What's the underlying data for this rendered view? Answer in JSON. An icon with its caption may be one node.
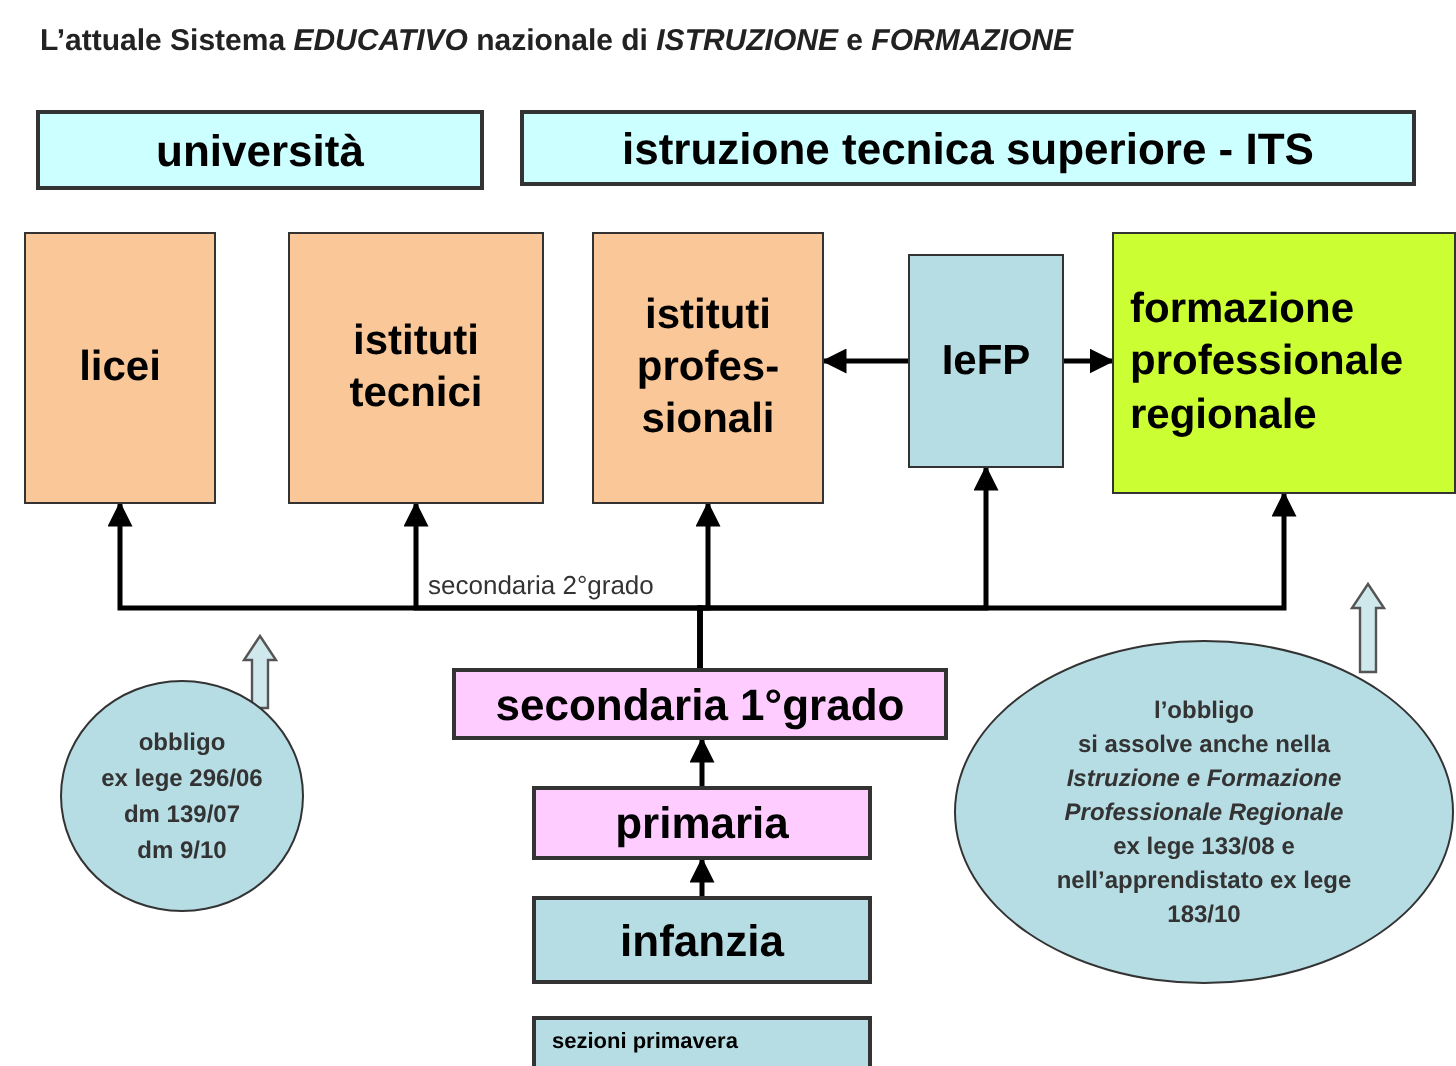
{
  "diagram": {
    "title": "L’attuale Sistema *EDUCATIVO* nazionale di *ISTRUZIONE* e *FORMAZIONE*",
    "nodes": [
      {
        "text": [
          "università"
        ]
      },
      {
        "text": [
          "istruzione tecnica superiore - ITS"
        ]
      },
      {
        "text": [
          "licei"
        ]
      },
      {
        "text": [
          "istituti tecnici"
        ]
      },
      {
        "text": [
          "istituti profes- sionali"
        ]
      },
      {
        "text": [
          "IeFP"
        ]
      },
      {
        "text": [
          "formazione professionale regionale"
        ]
      },
      {
        "text": [
          "secondaria 1°grado"
        ]
      },
      {
        "text": [
          "primaria"
        ]
      },
      {
        "text": [
          "infanzia"
        ]
      },
      {
        "text": [
          "sezioni primavera"
        ]
      },
      {
        "text": [
          "obbligo",
          "ex lege 296/06",
          "dm 139/07",
          "dm 9/10"
        ]
      },
      {
        "text": [
          "l’obbligo",
          "si assolve anche nella",
          "*Istruzione e Formazione Professionale Regionale*",
          "ex lege 133/08 e nell’apprendistato ex lege 183/10"
        ]
      }
    ],
    "edges": [
      {
        "from": 7,
        "to": 2,
        "arrow": "to"
      },
      {
        "from": 7,
        "to": 3,
        "arrow": "to"
      },
      {
        "from": 7,
        "to": 4,
        "arrow": "to"
      },
      {
        "from": 7,
        "to": 5,
        "arrow": "to"
      },
      {
        "from": 7,
        "to": 6,
        "arrow": "to"
      },
      {
        "from": 5,
        "to": 4,
        "arrow": "to"
      },
      {
        "from": 5,
        "to": 6,
        "arrow": "to"
      },
      {
        "from": 8,
        "to": 7,
        "arrow": "to"
      },
      {
        "from": 9,
        "to": 8,
        "arrow": "to"
      },
      {
        "from": 11,
        "to": null,
        "arrow": "to"
      },
      {
        "from": 12,
        "to": null,
        "arrow": "to"
      }
    ],
    "labels": [
      "secondaria 2°grado"
    ]
  }
}
